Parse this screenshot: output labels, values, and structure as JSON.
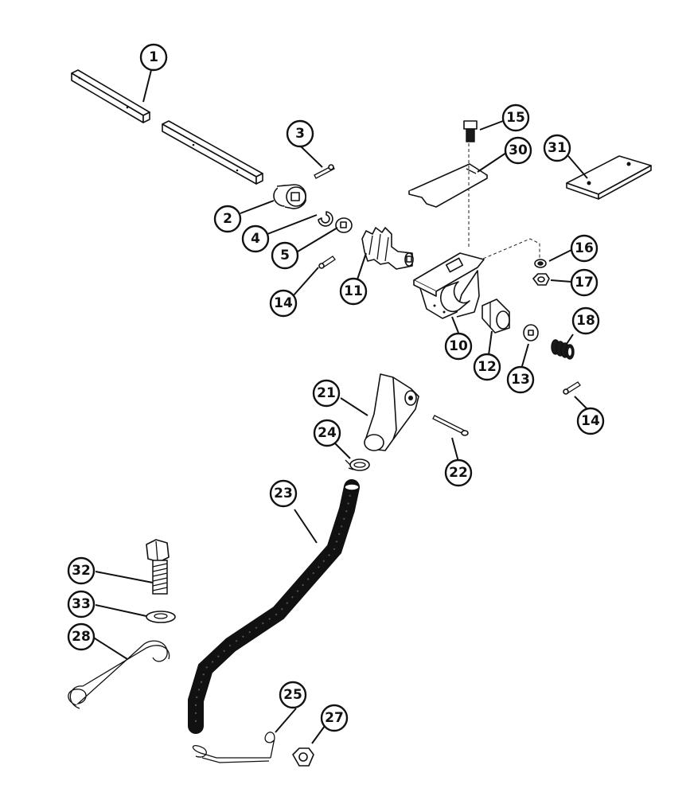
{
  "callouts": [
    {
      "id": "c1",
      "label": "1"
    },
    {
      "id": "c2",
      "label": "2"
    },
    {
      "id": "c3",
      "label": "3"
    },
    {
      "id": "c4",
      "label": "4"
    },
    {
      "id": "c5",
      "label": "5"
    },
    {
      "id": "c14a",
      "label": "14"
    },
    {
      "id": "c11",
      "label": "11"
    },
    {
      "id": "c15",
      "label": "15"
    },
    {
      "id": "c30",
      "label": "30"
    },
    {
      "id": "c31",
      "label": "31"
    },
    {
      "id": "c16",
      "label": "16"
    },
    {
      "id": "c17",
      "label": "17"
    },
    {
      "id": "c10",
      "label": "10"
    },
    {
      "id": "c12",
      "label": "12"
    },
    {
      "id": "c13",
      "label": "13"
    },
    {
      "id": "c18",
      "label": "18"
    },
    {
      "id": "c14b",
      "label": "14"
    },
    {
      "id": "c21",
      "label": "21"
    },
    {
      "id": "c24",
      "label": "24"
    },
    {
      "id": "c22",
      "label": "22"
    },
    {
      "id": "c23",
      "label": "23"
    },
    {
      "id": "c32",
      "label": "32"
    },
    {
      "id": "c33",
      "label": "33"
    },
    {
      "id": "c28",
      "label": "28"
    },
    {
      "id": "c25",
      "label": "25"
    },
    {
      "id": "c27",
      "label": "27"
    }
  ]
}
